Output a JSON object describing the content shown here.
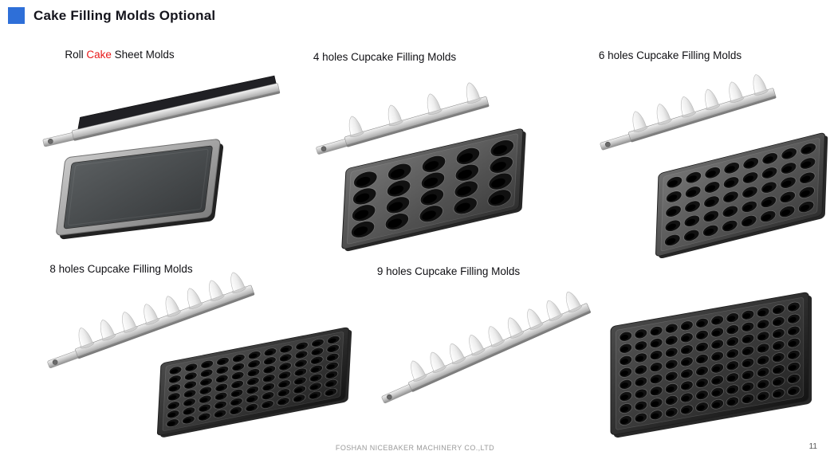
{
  "page": {
    "title": "Cake Filling Molds Optional",
    "footer": "FOSHAN NICEBAKER MACHINERY CO.,LTD",
    "page_number": "11",
    "accent_color": "#2e6fd8",
    "highlight_color": "#e81a1a"
  },
  "products": [
    {
      "id": "roll-cake-sheet-molds",
      "label_parts": [
        {
          "text": "Roll ",
          "color": "default"
        },
        {
          "text": "Cake",
          "color": "highlight"
        },
        {
          "text": " Sheet Molds",
          "color": "default"
        }
      ]
    },
    {
      "id": "cupcake-filling-4",
      "label": "4 holes Cupcake Filling Molds",
      "nozzle_count": 4,
      "tray_rows": 4,
      "tray_cols": 5
    },
    {
      "id": "cupcake-filling-6",
      "label": "6 holes Cupcake Filling Molds",
      "nozzle_count": 6,
      "tray_rows": 5,
      "tray_cols": 8
    },
    {
      "id": "cupcake-filling-8",
      "label": "8 holes Cupcake Filling Molds",
      "nozzle_count": 8,
      "tray_rows": 7,
      "tray_cols": 11
    },
    {
      "id": "cupcake-filling-9",
      "label": "9 holes Cupcake Filling Molds",
      "nozzle_count": 9,
      "tray_rows": 8,
      "tray_cols": 12
    }
  ]
}
